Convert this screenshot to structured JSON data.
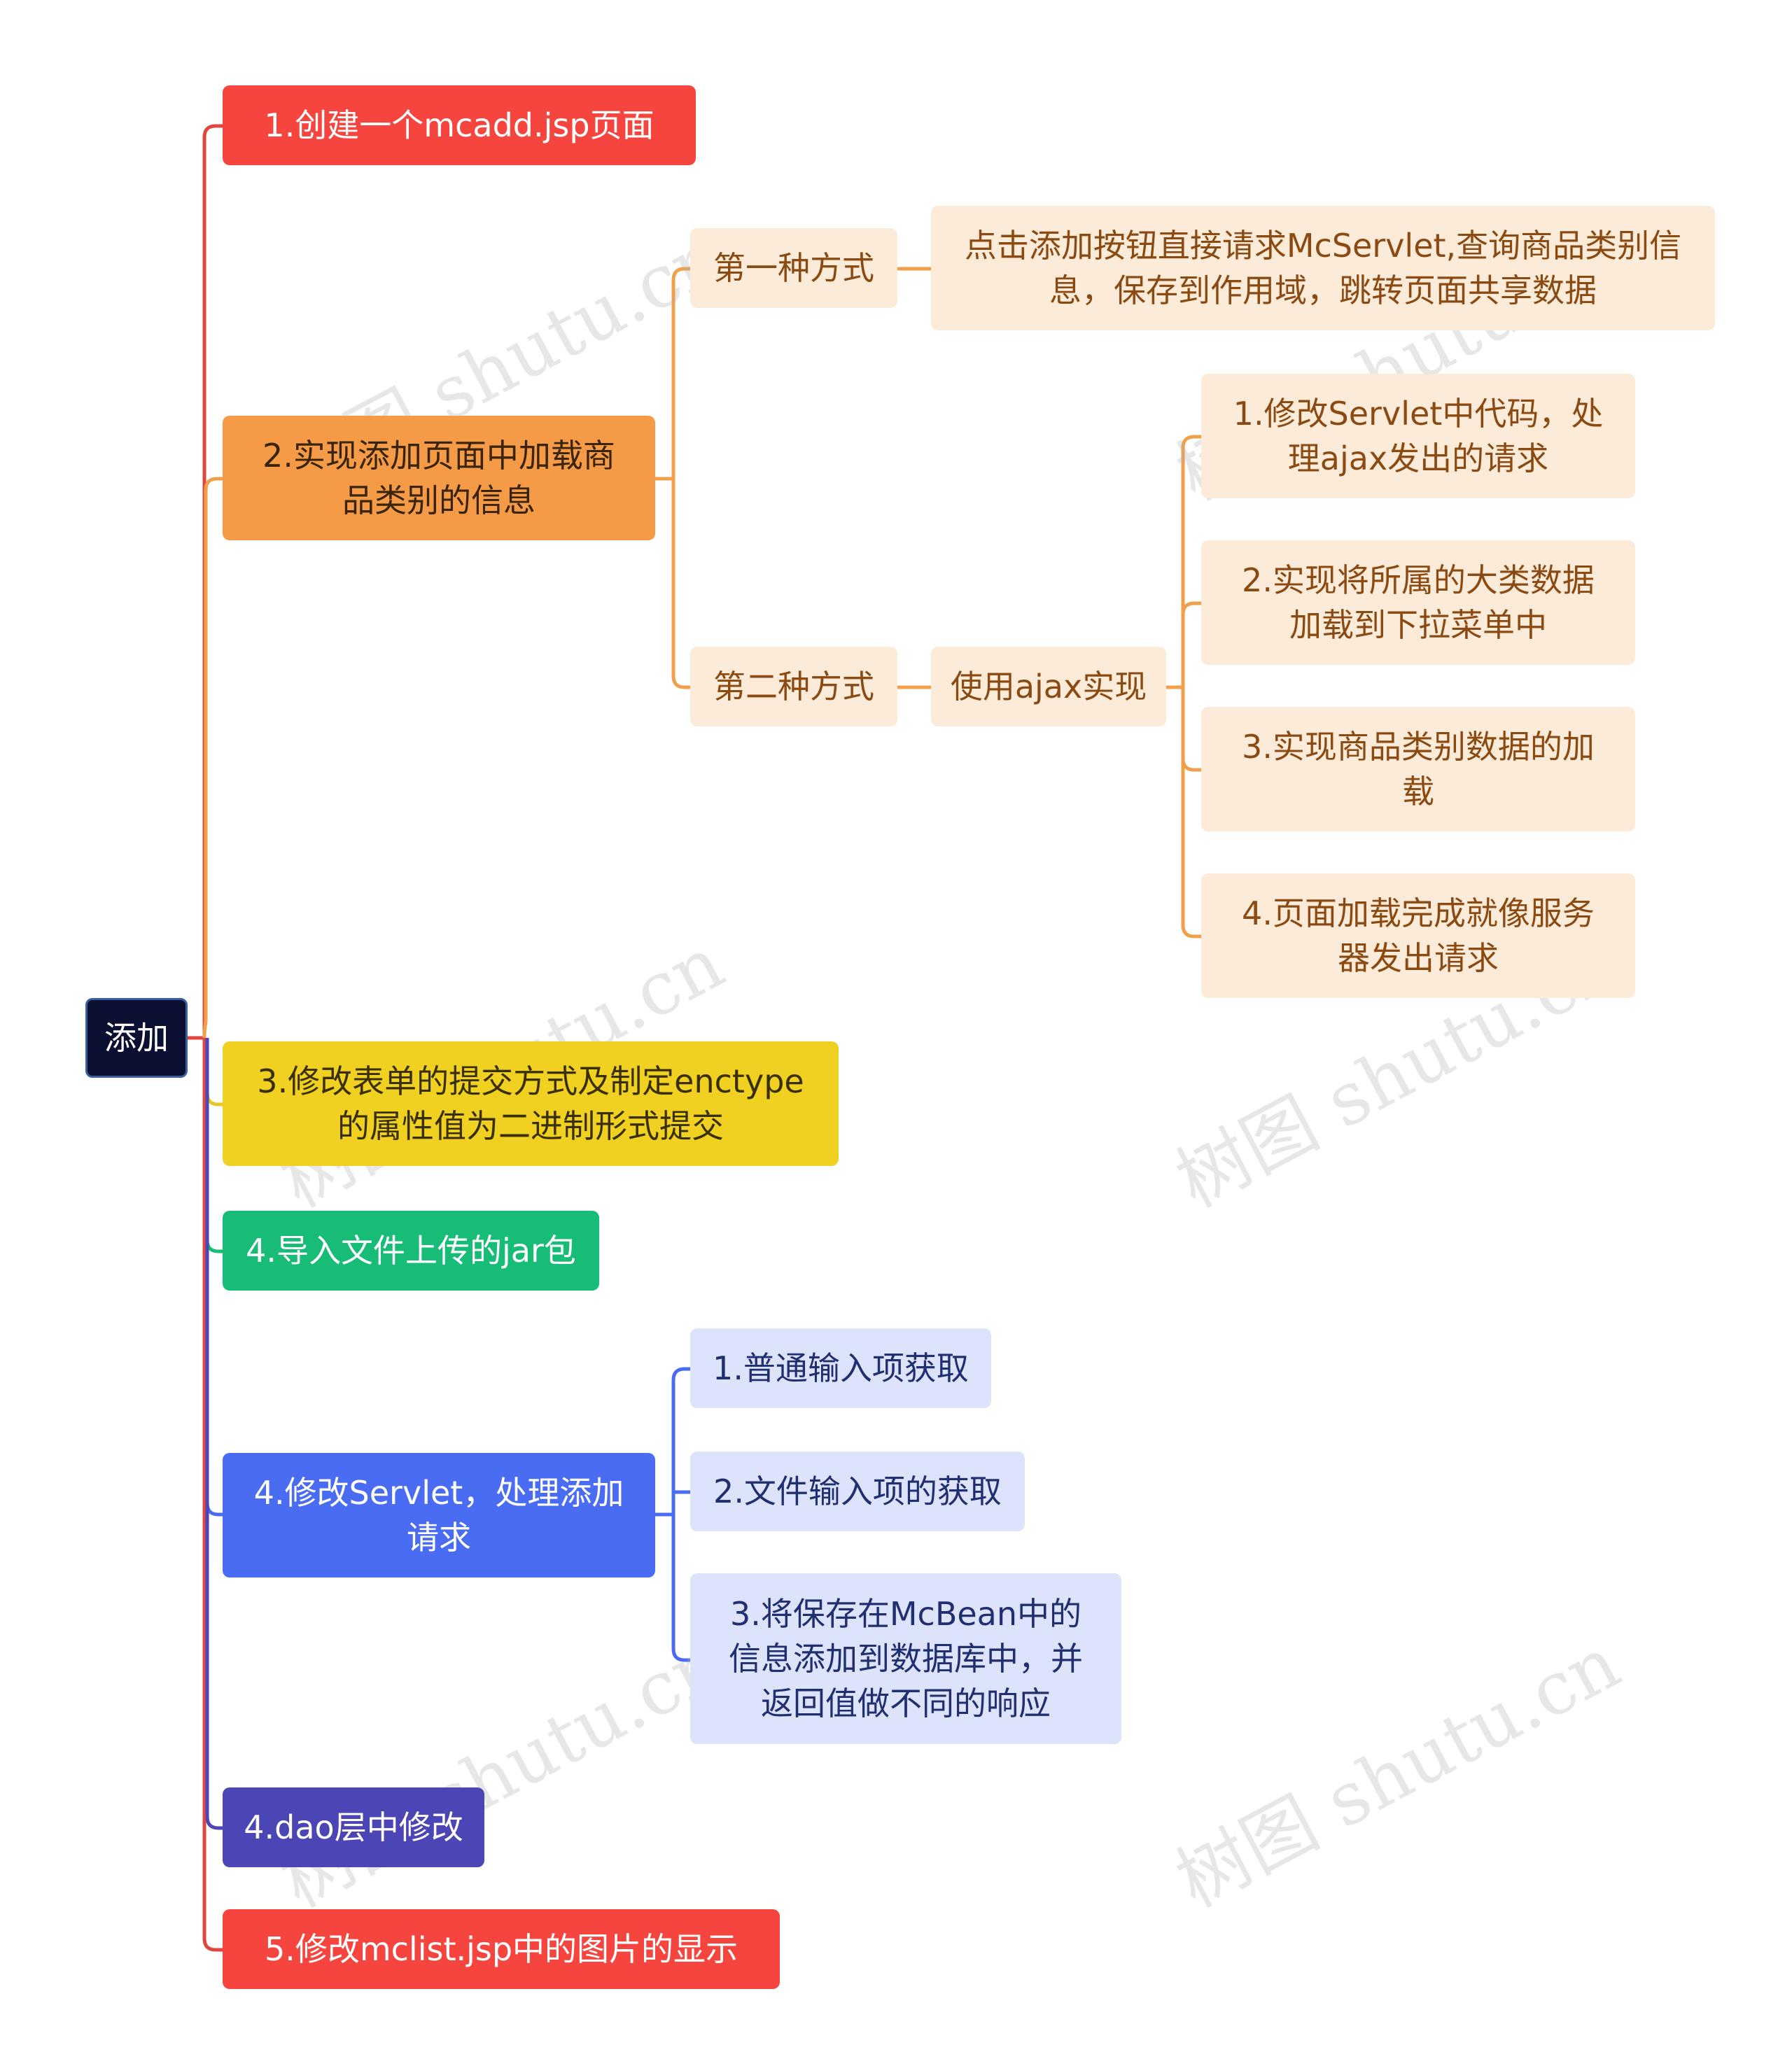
{
  "root": "添加",
  "branches": {
    "b1": "1.创建一个mcadd.jsp页面",
    "b2": [
      "2.实现添加页面中加载商",
      "品类别的信息"
    ],
    "b3": [
      "3.修改表单的提交方式及制定enctype",
      "的属性值为二进制形式提交"
    ],
    "b4": "4.导入文件上传的jar包",
    "b5": [
      "4.修改Servlet，处理添加",
      "请求"
    ],
    "b6": "4.dao层中修改",
    "b7": "5.修改mclist.jsp中的图片的显示"
  },
  "b2_children": {
    "way1": "第一种方式",
    "way1_detail": [
      "点击添加按钮直接请求McServlet,查询商品类别信",
      "息，保存到作用域，跳转页面共享数据"
    ],
    "way2": "第二种方式",
    "ajax": "使用ajax实现",
    "ajax_steps": [
      [
        "1.修改Servlet中代码，处",
        "理ajax发出的请求"
      ],
      [
        "2.实现将所属的大类数据",
        "加载到下拉菜单中"
      ],
      [
        "3.实现商品类别数据的加",
        "载"
      ],
      [
        "4.页面加载完成就像服务",
        "器发出请求"
      ]
    ]
  },
  "b5_children": [
    [
      "1.普通输入项获取"
    ],
    [
      "2.文件输入项的获取"
    ],
    [
      "3.将保存在McBean中的",
      "信息添加到数据库中，并",
      "返回值做不同的响应"
    ]
  ],
  "watermark": "树图 shutu.cn",
  "colors": {
    "root": "#0b1033",
    "red": "#f5453e",
    "orange": "#f59b48",
    "yellow": "#f0d020",
    "green": "#17bd76",
    "blue": "#4a6cf2",
    "indigo": "#4b45b5",
    "peach": "#fdebd9",
    "lavender": "#dde3fb"
  }
}
